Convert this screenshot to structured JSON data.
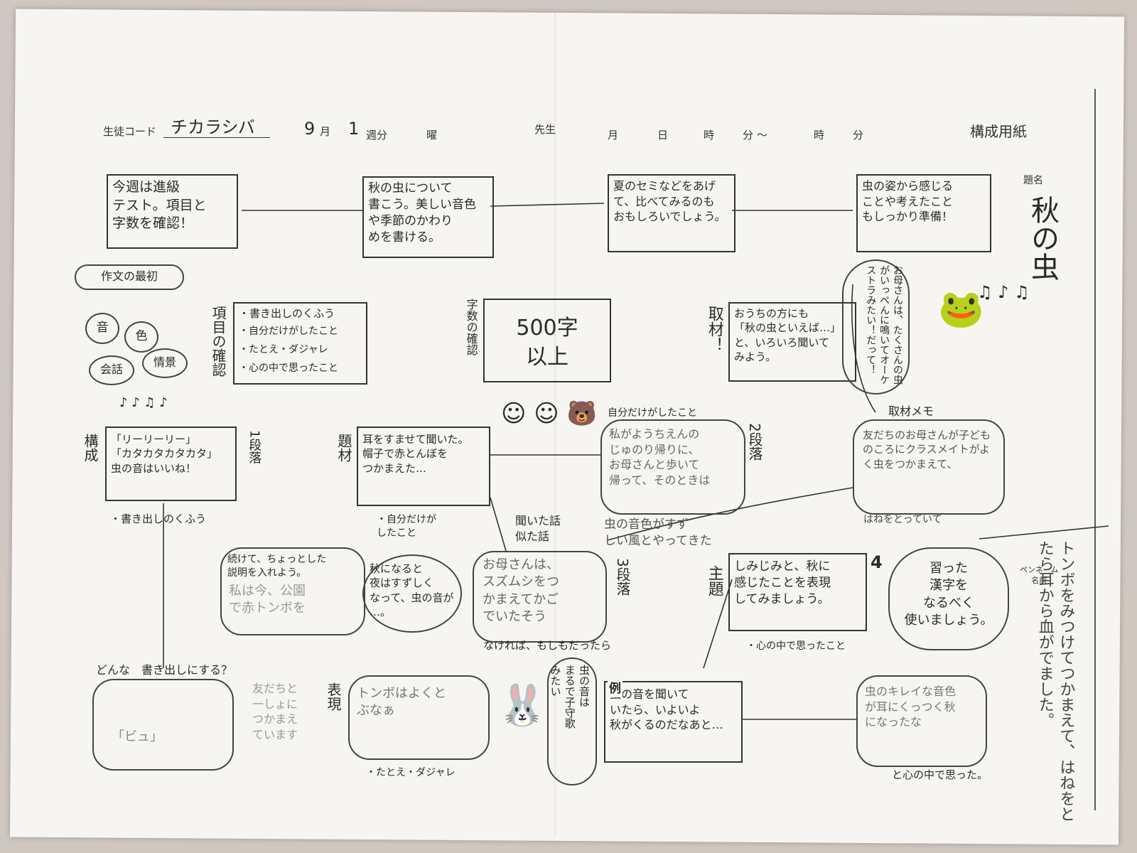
{
  "header": {
    "student_code_label": "生徒コード",
    "student_code": "チカラシバ",
    "month_value": "9",
    "month_label": "月",
    "week_value": "1",
    "week_label": "週分",
    "weekday_label": "曜",
    "teacher_label": "先生",
    "date_month": "月",
    "date_day": "日",
    "time_h1": "時",
    "time_m1": "分 ～",
    "time_h2": "時",
    "time_m2": "分",
    "form_title": "構成用紙",
    "title_label": "題名",
    "title_value": "秋の虫"
  },
  "top_boxes": [
    "今週は進級\nテスト。項目と\n字数を確認！",
    "秋の虫について\n書こう。美しい音色\nや季節のかわり\nめを書ける。",
    "夏のセミなどをあげ\nて、比べてみるのも\nおもしろいでしょう。",
    "虫の姿から感じる\nことや考えたこと\nもしっかり準備！"
  ],
  "left_section": {
    "intro_label": "作文の最初",
    "bubbles": [
      "音",
      "色",
      "会話",
      "情景"
    ],
    "items_label": "項目の確認",
    "items": [
      "・書き出しのくふう",
      "・自分だけがしたこと",
      "・たとえ・ダジャレ",
      "・心の中で思ったこと"
    ],
    "count_label": "字数の確認",
    "count_value": "500字\n以上"
  },
  "research": {
    "label": "取材！",
    "text": "おうちの方にも\n「秋の虫といえば…」\nと、いろいろ聞いて\nみよう。",
    "speech": "お母さんは、たくさんの虫がいっぺんに鳴いてオーケストラみたい！だって！",
    "memo_label": "取材メモ",
    "memo_text": "友だちのお母さんが子どものころにクラスメイトがよく虫をつかまえて、",
    "memo_tail": "はねをとっていて"
  },
  "structure": {
    "label": "構成",
    "para1_label": "1段落",
    "para1_text": "「リーリーリー」\n「カタカタカタカタ」\n虫の音はいいね！",
    "para1_note": "・書き出しのくふう",
    "topic_label": "題材",
    "topic_text": "耳をすませて聞いた。\n帽子で赤とんぼを\nつかまえた…",
    "topic_note": "・自分だけが\nしたこと",
    "para2_label": "2段落",
    "para2_head": "自分だけがしたこと",
    "para2_text": "私がようちえんの\nじゅのり帰りに、\nお母さんと歩いて\n帰って、そのときは",
    "para2_tail": "虫の音色がすず\nしい風とやってきた",
    "heard_label": "聞いた話\n似た話",
    "para3_label": "3段落",
    "para3_text": "お母さんは、\nスズムシをつ\nかまえてかご\nでいたそう",
    "para3_tail": "なければ、もしもだったら",
    "cont_text": "続けて、ちょっとした\n説明を入れよう。",
    "cont_faint": "私は今、公園\nで赤トンボを",
    "autumn_text": "秋になると\n夜はすずしく\nなって、虫の音が\n…。",
    "theme_label": "主題",
    "theme_text": "しみじみと、秋に\n感じたことを表現\nしてみましょう。",
    "theme_note": "・心の中で思ったこと",
    "para4_label": "4",
    "kanji_text": "習った\n漢字を\nなるべく\n使いましょう。"
  },
  "bottom": {
    "opening_q": "どんな　書き出しにする？",
    "opening_faint": "「ビュ」",
    "friends_faint": "友だちと\n一しょに\nつかまえ\nています",
    "expr_label": "表現",
    "expr_text": "トンボはよくと\nぶなぁ",
    "expr_note": "・たとえ・ダジャレ",
    "song_text": "虫の音は\nまるで子守歌\nみたい",
    "example_label": "例",
    "example_text": "虫の音を聞いて\nいたら、いよいよ\n秋がくるのだなあと…",
    "final_faint": "虫のキレイな音色\nが耳にくっつく秋\nになったな",
    "final_note": "と心の中で思った。"
  },
  "side": {
    "penname_label": "ペンネーム\n名前",
    "right_note": "トンボをみつけてつかまえて、はねをと\nたら耳から血がでました。"
  }
}
